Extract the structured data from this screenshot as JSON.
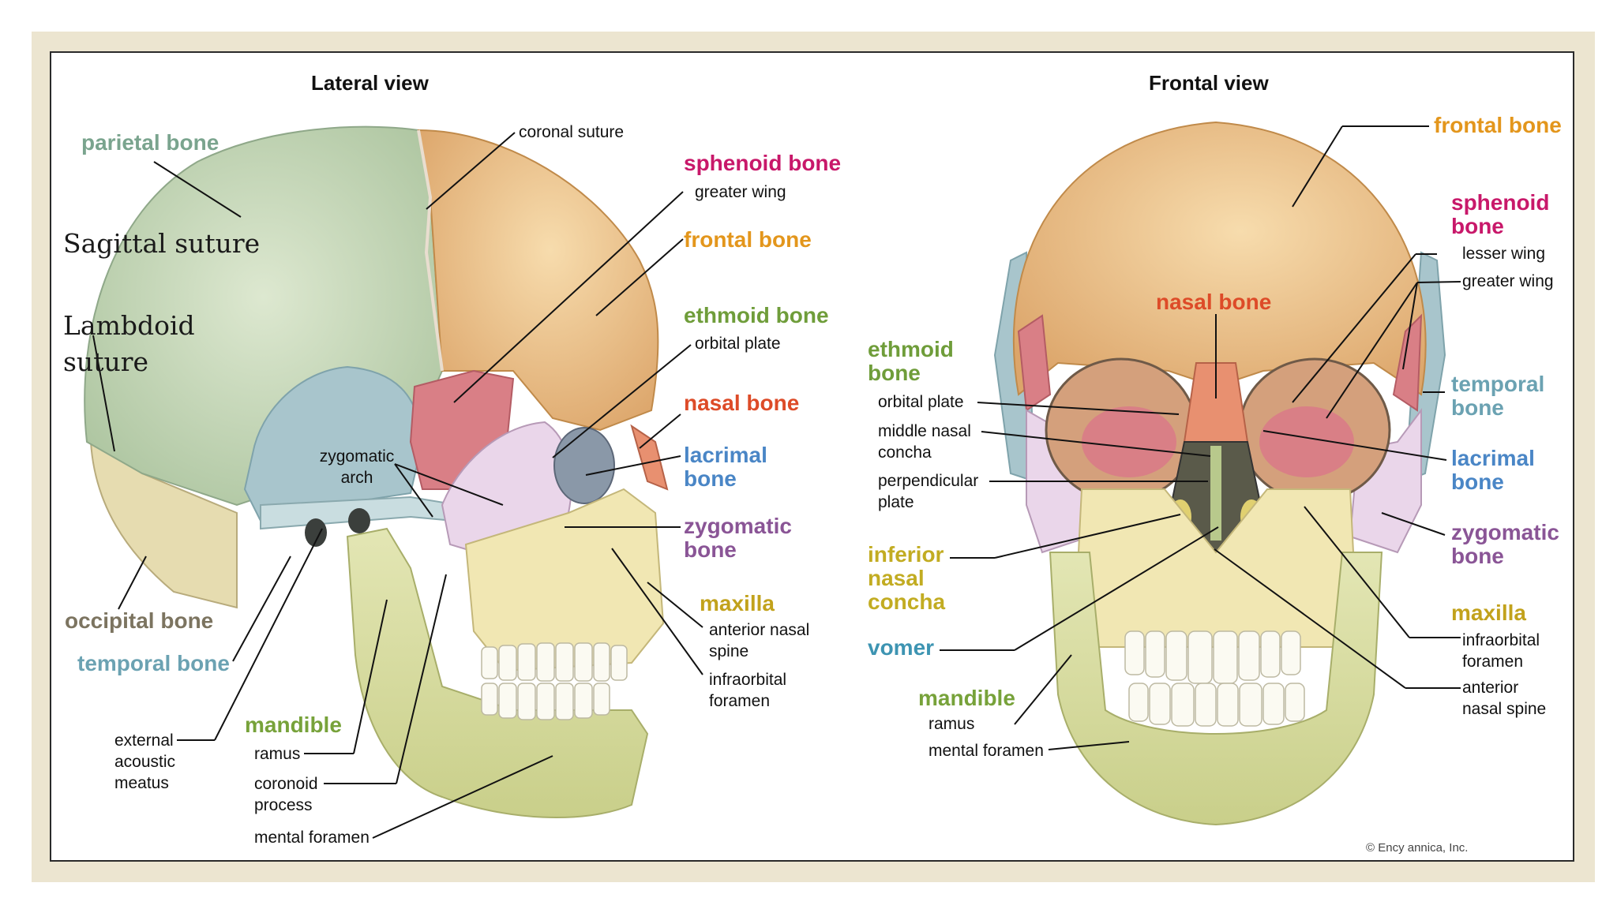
{
  "lateral": {
    "title": "Lateral view",
    "labels": {
      "parietal_bone": "parietal bone",
      "coronal_suture": "coronal suture",
      "sphenoid_bone": "sphenoid bone",
      "greater_wing": "greater wing",
      "frontal_bone": "frontal bone",
      "ethmoid_bone": "ethmoid bone",
      "orbital_plate": "orbital plate",
      "nasal_bone": "nasal bone",
      "lacrimal_bone": "lacrimal bone",
      "zygomatic_arch": "zygomatic arch",
      "zygomatic_bone": "zygomatic bone",
      "maxilla": "maxilla",
      "anterior_nasal_spine": "anterior nasal spine",
      "infraorbital_foramen": "infraorbital foramen",
      "occipital_bone": "occipital bone",
      "temporal_bone": "temporal bone",
      "mandible": "mandible",
      "external_acoustic_meatus": "external acoustic meatus",
      "ramus": "ramus",
      "coronoid_process": "coronoid process",
      "mental_foramen": "mental foramen"
    },
    "annotations": {
      "sagittal_suture": "Sagittal suture",
      "lambdoid_suture": "Lambdoid suture"
    }
  },
  "frontal": {
    "title": "Frontal view",
    "labels": {
      "frontal_bone": "frontal bone",
      "sphenoid_bone": "sphenoid bone",
      "lesser_wing": "lesser wing",
      "greater_wing": "greater wing",
      "nasal_bone": "nasal bone",
      "ethmoid_bone": "ethmoid bone",
      "orbital_plate": "orbital plate",
      "middle_nasal_concha": "middle nasal concha",
      "perpendicular_plate": "perpendicular plate",
      "temporal_bone": "temporal bone",
      "lacrimal_bone": "lacrimal bone",
      "zygomatic_bone": "zygomatic bone",
      "inferior_nasal_concha": "inferior nasal concha",
      "vomer": "vomer",
      "maxilla": "maxilla",
      "infraorbital_foramen": "infraorbital foramen",
      "anterior_nasal_spine": "anterior nasal spine",
      "mandible": "mandible",
      "ramus": "ramus",
      "mental_foramen": "mental foramen"
    }
  },
  "copyright": "© Ency               annica, Inc.",
  "colors": {
    "parietal": "#c6d8b8",
    "occipital": "#e6dcb0",
    "temporal": "#a8c5cc",
    "sphenoid": "#d97f86",
    "frontal": "#f0c98e",
    "zygomatic": "#ead6ea",
    "maxilla": "#f1e7b3",
    "mandible": "#dde2a8",
    "ethmoid": "#b8c98c",
    "nasal": "#e89070"
  }
}
